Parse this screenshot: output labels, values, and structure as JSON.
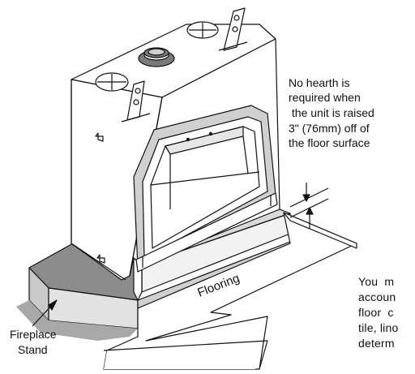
{
  "labels": {
    "flooring": "Flooring",
    "fireplace_stand": [
      "Fireplace",
      "Stand"
    ]
  },
  "hearth_note": [
    "No hearth is",
    "required when",
    " the unit is raised",
    "3\" (76mm) off of",
    "the floor surface"
  ],
  "cutoff_text": [
    "You  m",
    "accoun",
    "floor  c",
    "tile, lino",
    "determ"
  ],
  "colors": {
    "line": "#111111",
    "stand_top": "#8c8c8c",
    "stand_front": "#c9c9c9",
    "floor_shadow": "#a8a8a8",
    "flue_collar": "#7a7a7a",
    "glass_frame": "#d0d0d0"
  }
}
